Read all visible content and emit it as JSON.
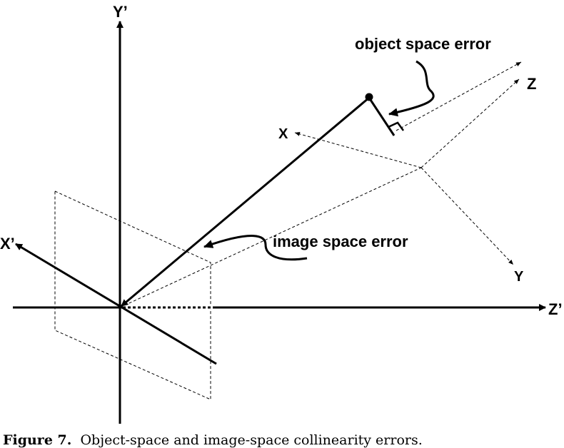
{
  "axes": {
    "y_prime": "Y’",
    "x_prime": "X’",
    "z_prime": "Z’",
    "x": "X",
    "y": "Y",
    "z": "Z"
  },
  "annotations": {
    "object_space_error": "object space error",
    "image_space_error": "image space error"
  },
  "caption": {
    "figure_label": "Figure 7.",
    "text": "Object-space and image-space collinearity errors."
  },
  "colors": {
    "ink": "#000000",
    "background": "#ffffff"
  }
}
